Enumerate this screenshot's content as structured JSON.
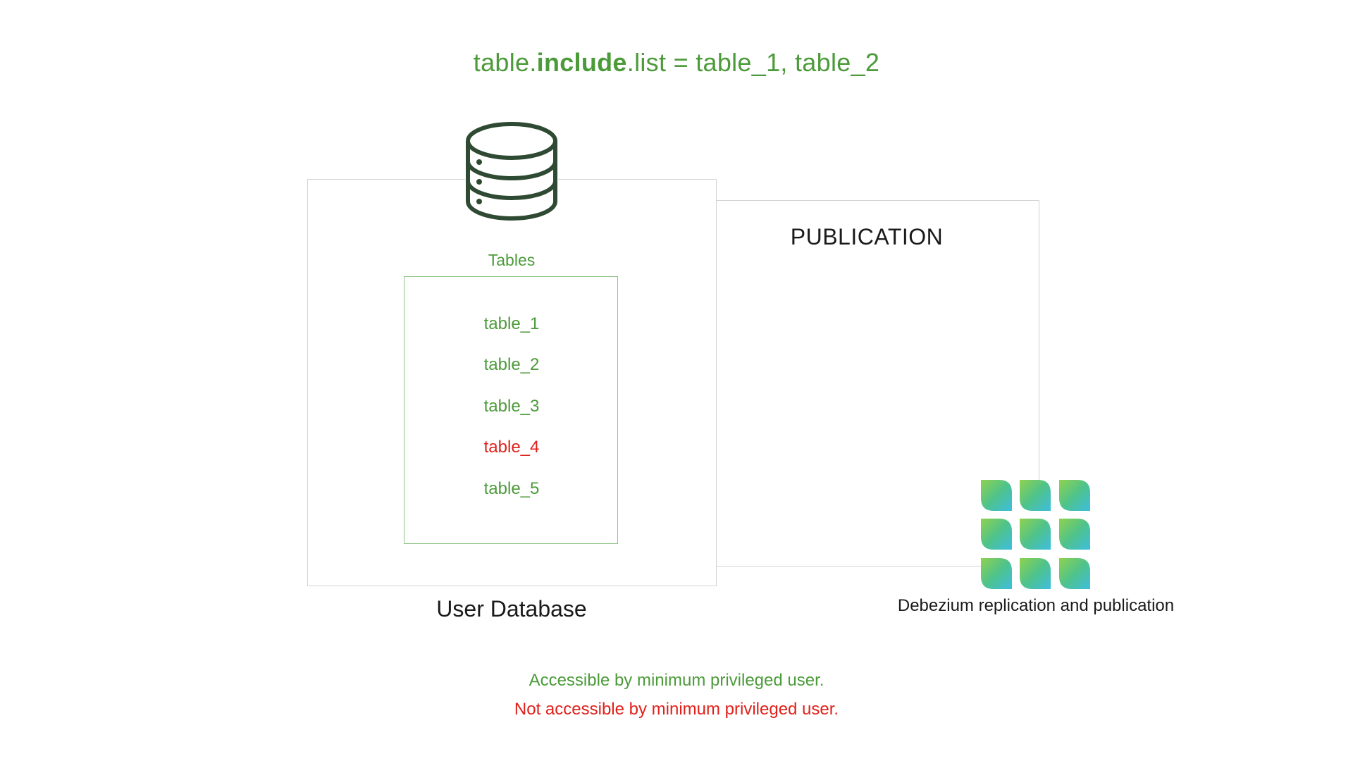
{
  "config": {
    "prefix": "table.",
    "keyword": "include",
    "suffix": ".list = table_1, table_2"
  },
  "publication": {
    "label": "PUBLICATION"
  },
  "database": {
    "icon": "database-icon",
    "tables_label": "Tables",
    "tables": [
      {
        "name": "table_1",
        "accessible": true
      },
      {
        "name": "table_2",
        "accessible": true
      },
      {
        "name": "table_3",
        "accessible": true
      },
      {
        "name": "table_4",
        "accessible": false
      },
      {
        "name": "table_5",
        "accessible": true
      }
    ],
    "label": "User Database"
  },
  "debezium": {
    "icon": "debezium-logo",
    "label": "Debezium replication and publication"
  },
  "legend": {
    "accessible": "Accessible by minimum privileged user.",
    "not_accessible": "Not accessible by minimum privileged user."
  },
  "colors": {
    "accessible": "#4c9a3a",
    "not_accessible": "#e0201a",
    "border": "#d3d3d3",
    "icon_stroke": "#2e4a32"
  }
}
